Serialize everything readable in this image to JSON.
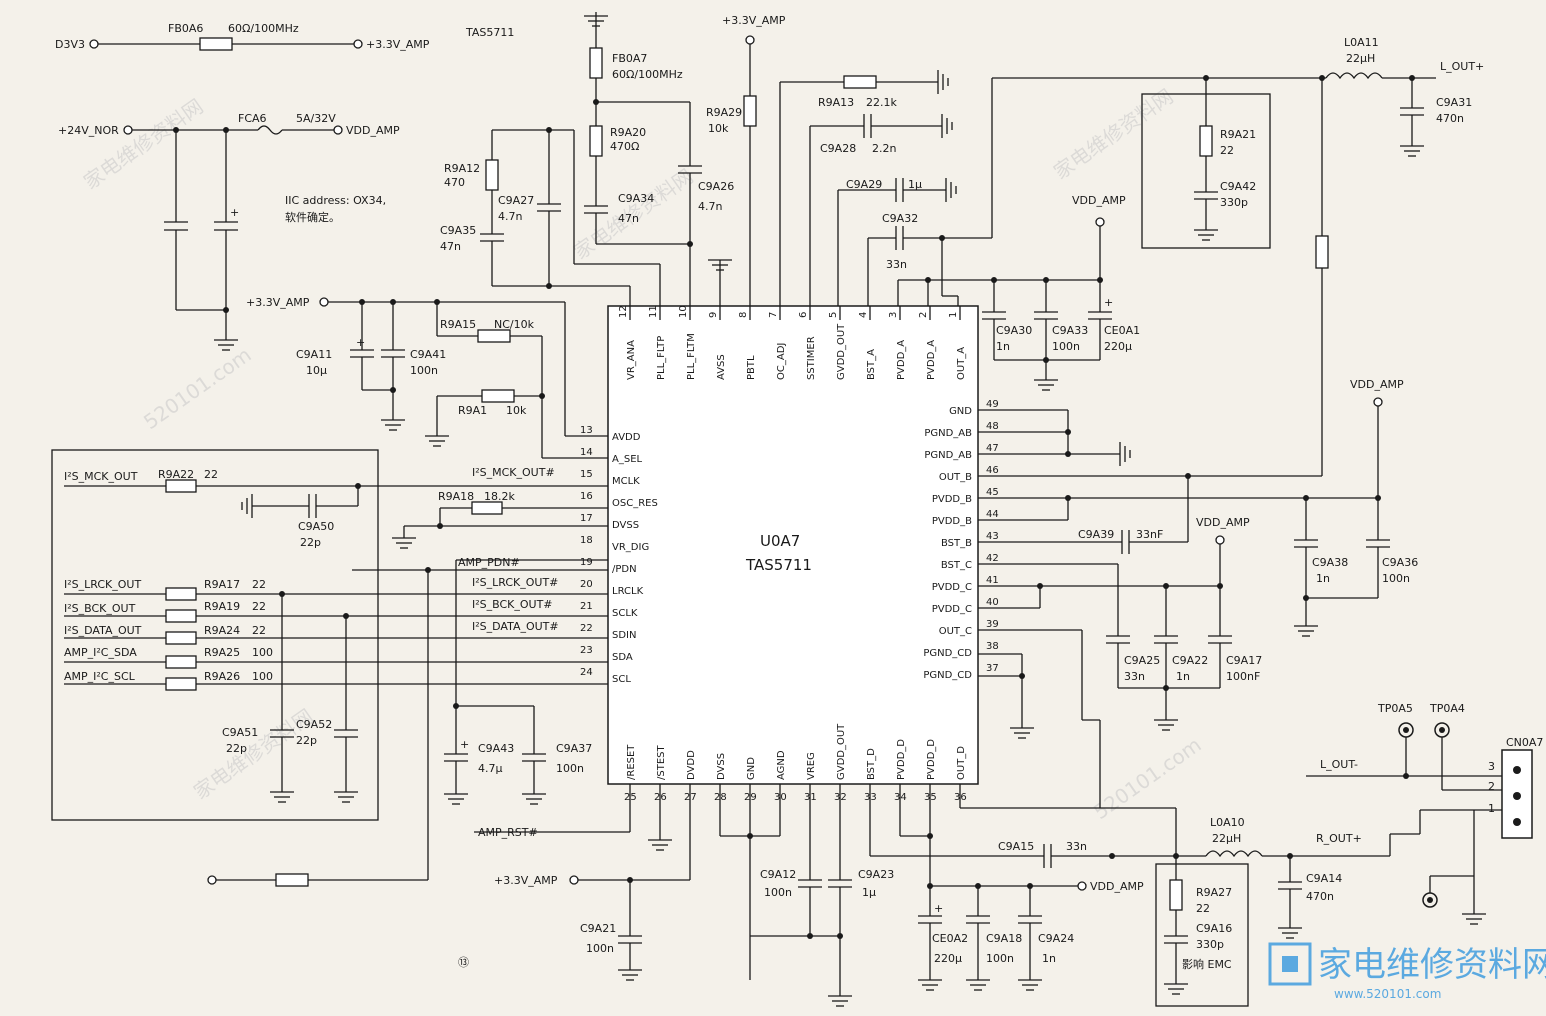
{
  "chip": {
    "ref": "U0A7",
    "part": "TAS5711"
  },
  "header": {
    "part_label": "TAS5711"
  },
  "note": {
    "line1": "IIC address: OX34,",
    "line2": "软件确定。"
  },
  "page_marker": "⑬",
  "nets": {
    "d3v3": "D3V3",
    "v33_amp": "+3.3V_AMP",
    "v24_nor": "+24V_NOR",
    "vdd_amp": "VDD_AMP",
    "l_out_p": "L_OUT+",
    "l_out_n": "L_OUT-",
    "r_out_p": "R_OUT+",
    "i2s_mck_out": "I²S_MCK_OUT",
    "i2s_lrck_out": "I²S_LRCK_OUT",
    "i2s_bck_out": "I²S_BCK_OUT",
    "i2s_data_out": "I²S_DATA_OUT",
    "amp_i2c_sda": "AMP_I²C_SDA",
    "amp_i2c_scl": "AMP_I²C_SCL",
    "amp_pdn": "AMP_PDN#",
    "amp_rst": "AMP_RST#",
    "i2s_mck_out_h": "I²S_MCK_OUT#",
    "i2s_lrck_out_h": "I²S_LRCK_OUT#",
    "i2s_bck_out_h": "I²S_BCK_OUT#",
    "i2s_data_out_h": "I²S_DATA_OUT#"
  },
  "pins_top": [
    {
      "num": "12",
      "name": "VR_ANA"
    },
    {
      "num": "11",
      "name": "PLL_FLTP"
    },
    {
      "num": "10",
      "name": "PLL_FLTM"
    },
    {
      "num": "9",
      "name": "AVSS"
    },
    {
      "num": "8",
      "name": "PBTL"
    },
    {
      "num": "7",
      "name": "OC_ADJ"
    },
    {
      "num": "6",
      "name": "SSTIMER"
    },
    {
      "num": "5",
      "name": "GVDD_OUT"
    },
    {
      "num": "4",
      "name": "BST_A"
    },
    {
      "num": "3",
      "name": "PVDD_A"
    },
    {
      "num": "2",
      "name": "PVDD_A"
    },
    {
      "num": "1",
      "name": "OUT_A"
    }
  ],
  "pins_left": [
    {
      "num": "13",
      "name": "AVDD"
    },
    {
      "num": "14",
      "name": "A_SEL"
    },
    {
      "num": "15",
      "name": "MCLK"
    },
    {
      "num": "16",
      "name": "OSC_RES"
    },
    {
      "num": "17",
      "name": "DVSS"
    },
    {
      "num": "18",
      "name": "VR_DIG"
    },
    {
      "num": "19",
      "name": "/PDN"
    },
    {
      "num": "20",
      "name": "LRCLK"
    },
    {
      "num": "21",
      "name": "SCLK"
    },
    {
      "num": "22",
      "name": "SDIN"
    },
    {
      "num": "23",
      "name": "SDA"
    },
    {
      "num": "24",
      "name": "SCL"
    }
  ],
  "pins_right": [
    {
      "num": "49",
      "name": "GND"
    },
    {
      "num": "48",
      "name": "PGND_AB"
    },
    {
      "num": "47",
      "name": "PGND_AB"
    },
    {
      "num": "46",
      "name": "OUT_B"
    },
    {
      "num": "45",
      "name": "PVDD_B"
    },
    {
      "num": "44",
      "name": "PVDD_B"
    },
    {
      "num": "43",
      "name": "BST_B"
    },
    {
      "num": "42",
      "name": "BST_C"
    },
    {
      "num": "41",
      "name": "PVDD_C"
    },
    {
      "num": "40",
      "name": "PVDD_C"
    },
    {
      "num": "39",
      "name": "OUT_C"
    },
    {
      "num": "38",
      "name": "PGND_CD"
    },
    {
      "num": "37",
      "name": "PGND_CD"
    }
  ],
  "pins_bottom": [
    {
      "num": "25",
      "name": "/RESET"
    },
    {
      "num": "26",
      "name": "/STEST"
    },
    {
      "num": "27",
      "name": "DVDD"
    },
    {
      "num": "28",
      "name": "DVSS"
    },
    {
      "num": "29",
      "name": "GND"
    },
    {
      "num": "30",
      "name": "AGND"
    },
    {
      "num": "31",
      "name": "VREG"
    },
    {
      "num": "32",
      "name": "GVDD_OUT"
    },
    {
      "num": "33",
      "name": "BST_D"
    },
    {
      "num": "34",
      "name": "PVDD_D"
    },
    {
      "num": "35",
      "name": "PVDD_D"
    },
    {
      "num": "36",
      "name": "OUT_D"
    }
  ],
  "components": {
    "fb0a6": {
      "ref": "FB0A6",
      "val": "60Ω/100MHz"
    },
    "fb0a7": {
      "ref": "FB0A7",
      "val": "60Ω/100MHz"
    },
    "fca6": {
      "ref": "FCA6",
      "val": "5A/32V"
    },
    "r9a29": {
      "ref": "R9A29",
      "val": "10k"
    },
    "r9a20": {
      "ref": "R9A20",
      "val": "470Ω"
    },
    "r9a12": {
      "ref": "R9A12",
      "val": "470"
    },
    "c9a27": {
      "ref": "C9A27",
      "val": "4.7n"
    },
    "c9a35": {
      "ref": "C9A35",
      "val": "47n"
    },
    "c9a34": {
      "ref": "C9A34",
      "val": "47n"
    },
    "c9a26": {
      "ref": "C9A26",
      "val": "4.7n"
    },
    "r9a13": {
      "ref": "R9A13",
      "val": "22.1k"
    },
    "c9a28": {
      "ref": "C9A28",
      "val": "2.2n"
    },
    "c9a29": {
      "ref": "C9A29",
      "val": "1μ"
    },
    "c9a32": {
      "ref": "C9A32",
      "val": "33n"
    },
    "c9a30": {
      "ref": "C9A30",
      "val": "1n"
    },
    "c9a33": {
      "ref": "C9A33",
      "val": "100n"
    },
    "ce0a1": {
      "ref": "CE0A1",
      "val": "220μ"
    },
    "l0a11": {
      "ref": "L0A11",
      "val": "22μH"
    },
    "c9a31": {
      "ref": "C9A31",
      "val": "470n"
    },
    "r9a21": {
      "ref": "R9A21",
      "val": "22"
    },
    "c9a42": {
      "ref": "C9A42",
      "val": "330p"
    },
    "c9a11": {
      "ref": "C9A11",
      "val": "10μ"
    },
    "c9a41": {
      "ref": "C9A41",
      "val": "100n"
    },
    "r9a15": {
      "ref": "R9A15",
      "val": "NC/10k"
    },
    "r9a1": {
      "ref": "R9A1",
      "val": "10k"
    },
    "r9a22": {
      "ref": "R9A22",
      "val": "22"
    },
    "c9a50": {
      "ref": "C9A50",
      "val": "22p"
    },
    "r9a18": {
      "ref": "R9A18",
      "val": "18.2k"
    },
    "r9a17": {
      "ref": "R9A17",
      "val": "22"
    },
    "r9a19": {
      "ref": "R9A19",
      "val": "22"
    },
    "r9a24": {
      "ref": "R9A24",
      "val": "22"
    },
    "r9a25": {
      "ref": "R9A25",
      "val": "100"
    },
    "r9a26": {
      "ref": "R9A26",
      "val": "100"
    },
    "c9a51": {
      "ref": "C9A51",
      "val": "22p"
    },
    "c9a52": {
      "ref": "C9A52",
      "val": "22p"
    },
    "c9a43": {
      "ref": "C9A43",
      "val": "4.7μ"
    },
    "c9a37": {
      "ref": "C9A37",
      "val": "100n"
    },
    "c9a39": {
      "ref": "C9A39",
      "val": "33nF"
    },
    "c9a38": {
      "ref": "C9A38",
      "val": "1n"
    },
    "c9a36": {
      "ref": "C9A36",
      "val": "100n"
    },
    "c9a25": {
      "ref": "C9A25",
      "val": "33n"
    },
    "c9a22": {
      "ref": "C9A22",
      "val": "1n"
    },
    "c9a17": {
      "ref": "C9A17",
      "val": "100nF"
    },
    "c9a15": {
      "ref": "C9A15",
      "val": "33n"
    },
    "l0a10": {
      "ref": "L0A10",
      "val": "22μH"
    },
    "c9a14": {
      "ref": "C9A14",
      "val": "470n"
    },
    "r9a27": {
      "ref": "R9A27",
      "val": "22"
    },
    "c9a16": {
      "ref": "C9A16",
      "val": "330p"
    },
    "emc_note": "影响 EMC",
    "c9a12": {
      "ref": "C9A12",
      "val": "100n"
    },
    "c9a23": {
      "ref": "C9A23",
      "val": "1μ"
    },
    "c9a21": {
      "ref": "C9A21",
      "val": "100n"
    },
    "ce0a2": {
      "ref": "CE0A2",
      "val": "220μ"
    },
    "c9a18": {
      "ref": "C9A18",
      "val": "100n"
    },
    "c9a24": {
      "ref": "C9A24",
      "val": "1n"
    },
    "tp0a5": "TP0A5",
    "tp0a4": "TP0A4",
    "connector": "CN0A7",
    "conn_pins": [
      "3",
      "2",
      "1"
    ]
  },
  "watermark": {
    "zh": "家电维修资料网",
    "url": "520101.com"
  },
  "logo": {
    "zh": "家电维修资料网",
    "url": "www.520101.com"
  }
}
